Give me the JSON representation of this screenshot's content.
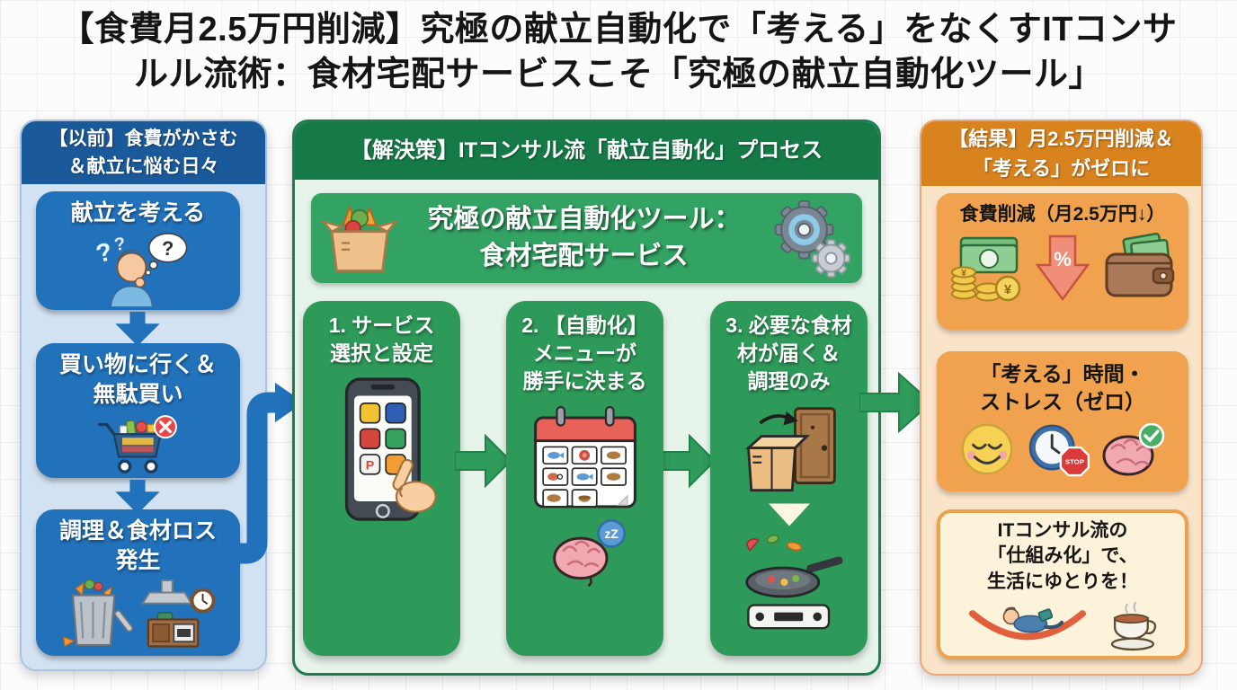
{
  "title": {
    "line1": "【食費月2.5万円削減】究極の献立自動化で「考える」をなくすITコンサ",
    "line2": "ルル流術：食材宅配サービスこそ「究極の献立自動化ツール」"
  },
  "before": {
    "header": {
      "line1": "【以前】食費がかさむ",
      "line2": "＆献立に悩む日々"
    },
    "cards": [
      {
        "line1": "献立を考える",
        "icon": "thinking-person-icon"
      },
      {
        "line1": "買い物に行く＆",
        "line2": "無駄買い",
        "icon": "wasteful-shopping-cart-icon"
      },
      {
        "line1": "調理＆食材ロス",
        "line2": "発生",
        "icon": "food-waste-kitchen-icon"
      }
    ]
  },
  "solution": {
    "header": "【解決策】ITコンサル流「献立自動化」プロセス",
    "banner": {
      "line1": "究極の献立自動化ツール：",
      "line2": "食材宅配サービス",
      "left_icon": "vegetable-box-icon",
      "right_icon": "gears-icon"
    },
    "steps": [
      {
        "lines": [
          "1. サービス",
          "選択と設定"
        ],
        "icons": [
          "smartphone-apps-tap-icon"
        ]
      },
      {
        "lines": [
          "2. 【自動化】",
          "メニューが",
          "勝手に決まる"
        ],
        "icons": [
          "menu-calendar-icon",
          "sleeping-brain-icon"
        ]
      },
      {
        "lines": [
          "3. 必要な食材",
          "材が届く＆",
          "調理のみ"
        ],
        "icons": [
          "delivery-box-door-icon",
          "down-triangle-icon",
          "cooking-pan-stove-icon"
        ]
      }
    ]
  },
  "result": {
    "header": {
      "line1": "【結果】月2.5万円削減＆",
      "line2": "「考える」がゼロに"
    },
    "cards": [
      {
        "lines": [
          "食費削減（月2.5万円↓）"
        ],
        "icons": [
          "cash-coins-icon",
          "percent-down-arrow-icon",
          "wallet-icon"
        ]
      },
      {
        "lines": [
          "「考える」時間・",
          "ストレス（ゼロ）"
        ],
        "icons": [
          "relaxed-face-icon",
          "stop-clock-icon",
          "brain-check-icon"
        ]
      },
      {
        "lines": [
          "ITコンサル流の",
          "「仕組み化」で、",
          "生活にゆとりを！"
        ],
        "icons": [
          "hammock-relax-icon",
          "coffee-cup-icon"
        ]
      }
    ]
  },
  "glyphs": {
    "question": "?",
    "sleep": "zZ",
    "stop": "STOP",
    "percent": "%",
    "yen": "¥",
    "p_app": "P"
  },
  "colors": {
    "blue_header": "#1b5a9a",
    "blue_card": "#2272bb",
    "blue_bg": "#d3e2f2",
    "green_header": "#157a47",
    "green_banner": "#33a363",
    "green_step": "#2e9a59",
    "green_bg": "#e7f4ea",
    "green_border": "#1f7d4d",
    "orange_header": "#d9831f",
    "orange_card": "#f1a24e",
    "orange_bg": "#fae4c9",
    "cream_card": "#fdf2da",
    "cream_border": "#eca24d",
    "title_color": "#151515"
  }
}
